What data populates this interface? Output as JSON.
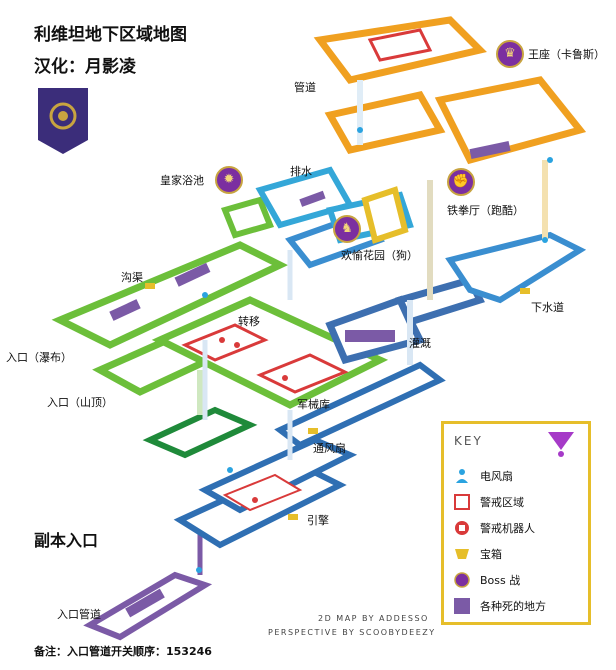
{
  "title": "利维坦地下区域地图",
  "translator": "汉化：月影凌",
  "labels": {
    "pipe": "管道",
    "throne": "王座（卡鲁斯）",
    "drain": "排水",
    "royal_baths": "皇家浴池",
    "boxing_hall": "铁拳厅（跑酷）",
    "pleasure_gardens": "欢愉花园（狗）",
    "gutter": "沟渠",
    "sewer": "下水道",
    "transfer": "转移",
    "irrigation": "灌溉",
    "entrance_waterfall": "入口（瀑布）",
    "entrance_hilltop": "入口（山顶）",
    "armory": "军械库",
    "vent": "通风扇",
    "engine": "引擎",
    "raid_entrance": "副本入口",
    "entrance_pipe": "入口管道"
  },
  "key": {
    "title": "KEY",
    "items": [
      {
        "label": "电风扇",
        "icon": "fan-icon",
        "color": "#2aa3e0"
      },
      {
        "label": "警戒区域",
        "icon": "alert-zone-icon",
        "color": "#d93a3a"
      },
      {
        "label": "警戒机器人",
        "icon": "alert-bot-icon",
        "color": "#d93a3a"
      },
      {
        "label": "宝箱",
        "icon": "chest-icon",
        "color": "#e6be2a"
      },
      {
        "label": "Boss 战",
        "icon": "boss-icon",
        "color": "#7b2fa0"
      },
      {
        "label": "各种死的地方",
        "icon": "death-zone-icon",
        "color": "#7b5aa6"
      }
    ]
  },
  "credits": {
    "map": "2D MAP BY ADDESSO",
    "perspective": "PERSPECTIVE BY SCOOBYDEEZY"
  },
  "note": "备注：入口管道开关顺序：153246",
  "colors": {
    "pipe_purple": "#7b5aa6",
    "engine_blue": "#2f6fb3",
    "garden_green": "#6cbf3a",
    "lower_green": "#1f8a3a",
    "irrigation_blue": "#3d6fb0",
    "sewer_blue": "#3a8ed0",
    "drain_cyan": "#34a7d8",
    "gold": "#e6be2a",
    "throne_orange": "#f0a020",
    "red": "#d93a3a"
  }
}
